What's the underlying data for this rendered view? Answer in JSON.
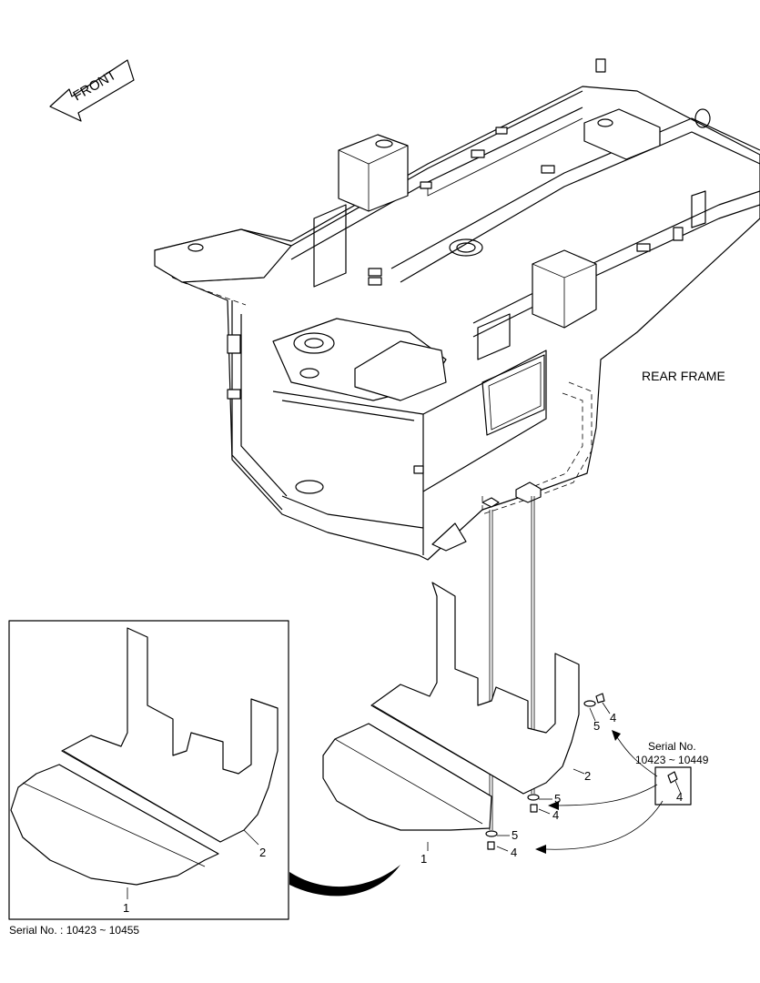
{
  "labels": {
    "front": "FRONT",
    "rear_frame": "REAR FRAME",
    "serial_callout_line1": "Serial No.",
    "serial_callout_line2": "10423 ~ 10449",
    "serial_inset": "Serial No. : 10423 ~ 10455"
  },
  "part_numbers": {
    "cover_main_1": "1",
    "cover_main_2": "2",
    "cover_inset_1": "1",
    "cover_inset_2": "2",
    "bolt_a": "4",
    "washer_a": "5",
    "bolt_b": "4",
    "washer_b": "5",
    "bolt_c": "4",
    "washer_c": "5",
    "bolt_callout": "4"
  }
}
